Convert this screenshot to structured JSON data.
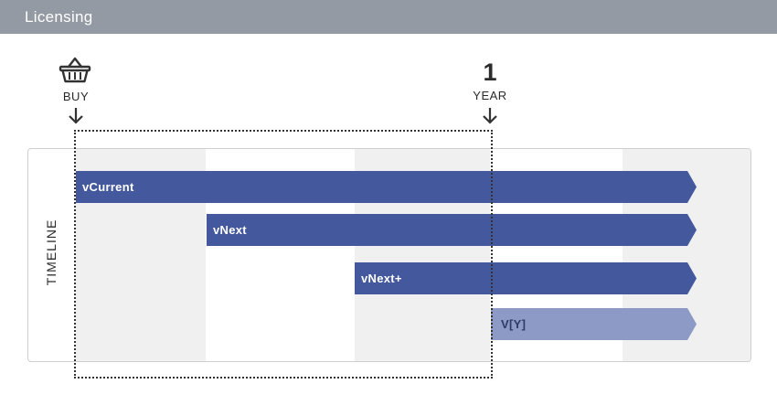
{
  "header": {
    "title": "Licensing"
  },
  "markers": {
    "buy": {
      "icon": "basket-icon",
      "label": "BUY"
    },
    "year": {
      "number": "1",
      "label": "YEAR"
    }
  },
  "timeline": {
    "axis_label": "TIMELINE",
    "bars": [
      {
        "label": "vCurrent",
        "color": "#43589d"
      },
      {
        "label": "vNext",
        "color": "#43589d"
      },
      {
        "label": "vNext+",
        "color": "#43589d"
      },
      {
        "label": "V[Y]",
        "color": "#8d9ac6"
      }
    ]
  },
  "colors": {
    "header_bg": "#939aa4",
    "bar_primary": "#43589d",
    "bar_future": "#8d9ac6",
    "band": "#f0f0f0"
  }
}
